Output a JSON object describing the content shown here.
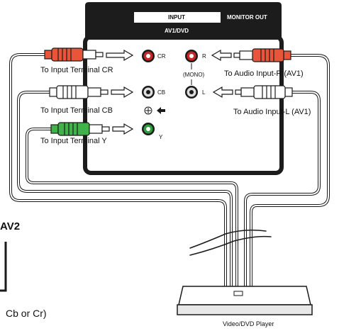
{
  "panel": {
    "input_header": "INPUT",
    "monitor_out_header": "MONITOR OUT",
    "av1_dvd": "AV1/DVD"
  },
  "jacks": {
    "cr": "CR",
    "cb": "CB",
    "y": "Y",
    "r": "R",
    "l": "L",
    "mono": "(MONO)"
  },
  "labels": {
    "to_cr": "To Input Terminal CR",
    "to_cb": "To Input Terminal CB",
    "to_y": "To Input Terminal  Y",
    "to_audio_r": "To Audio Input-R (AV1)",
    "to_audio_l": "To Audio Input-L (AV1)"
  },
  "device": {
    "name": "Video/DVD Player"
  },
  "fragments": {
    "av2": "AV2",
    "cb_cr": "Cb or Cr)"
  },
  "colors": {
    "red_plug": "#e8553a",
    "green_plug": "#3fb24a",
    "white_plug": "#ffffff",
    "panel": "#1c1c1c"
  }
}
